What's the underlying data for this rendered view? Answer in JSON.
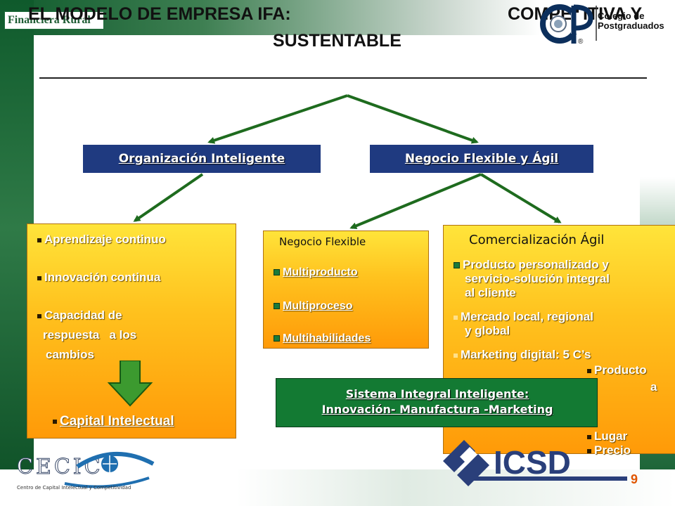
{
  "header": {
    "brand_left": "Financiera Rural",
    "title_part1": "EL MODELO DE EMPRESA IFA:",
    "title_part2": "COMPETITIVA Y",
    "title_line2": "SUSTENTABLE",
    "brand_right_line1": "Colegio de",
    "brand_right_line2": "Postgraduados",
    "brand_right_mark": "CP",
    "registered": "®"
  },
  "boxes": {
    "org": "Organización Inteligente",
    "negocio": "Negocio Flexible y Ágil"
  },
  "left_panel": {
    "items": [
      "Aprendizaje continuo",
      "Innovación continua",
      "Capacidad de",
      "respuesta   a los",
      "cambios"
    ],
    "footer": "Capital Intelectual"
  },
  "mid_panel": {
    "title": "Negocio Flexible",
    "items": [
      "Multiproducto",
      "Multiproceso",
      "Multihabilidades"
    ]
  },
  "right_panel": {
    "title": "Comercialización Ágil",
    "item1_l1": "Producto personalizado y",
    "item1_l2": "servicio-solución integral",
    "item1_l3": "al cliente",
    "item2_l1": "Mercado local, regional",
    "item2_l2": "y global",
    "item3": "Marketing digital: 5 C’s",
    "sub_items": [
      "Producto",
      "a",
      "Lugar",
      "Precio"
    ]
  },
  "green_box": {
    "line1": "Sistema Integral Inteligente:",
    "line2": "Innovación- Manufactura -Marketing"
  },
  "footer": {
    "cecic_logo": "CECIC",
    "cecic_caption": "Centro de Capital Intelectual y Competitividad",
    "icsd_logo": "ICSD",
    "page_number": "9"
  },
  "colors": {
    "dark_green": "#0f5a2c",
    "box_blue": "#1f3a80",
    "orange": "#ffc21e",
    "arrow_green": "#1e6b1e"
  }
}
